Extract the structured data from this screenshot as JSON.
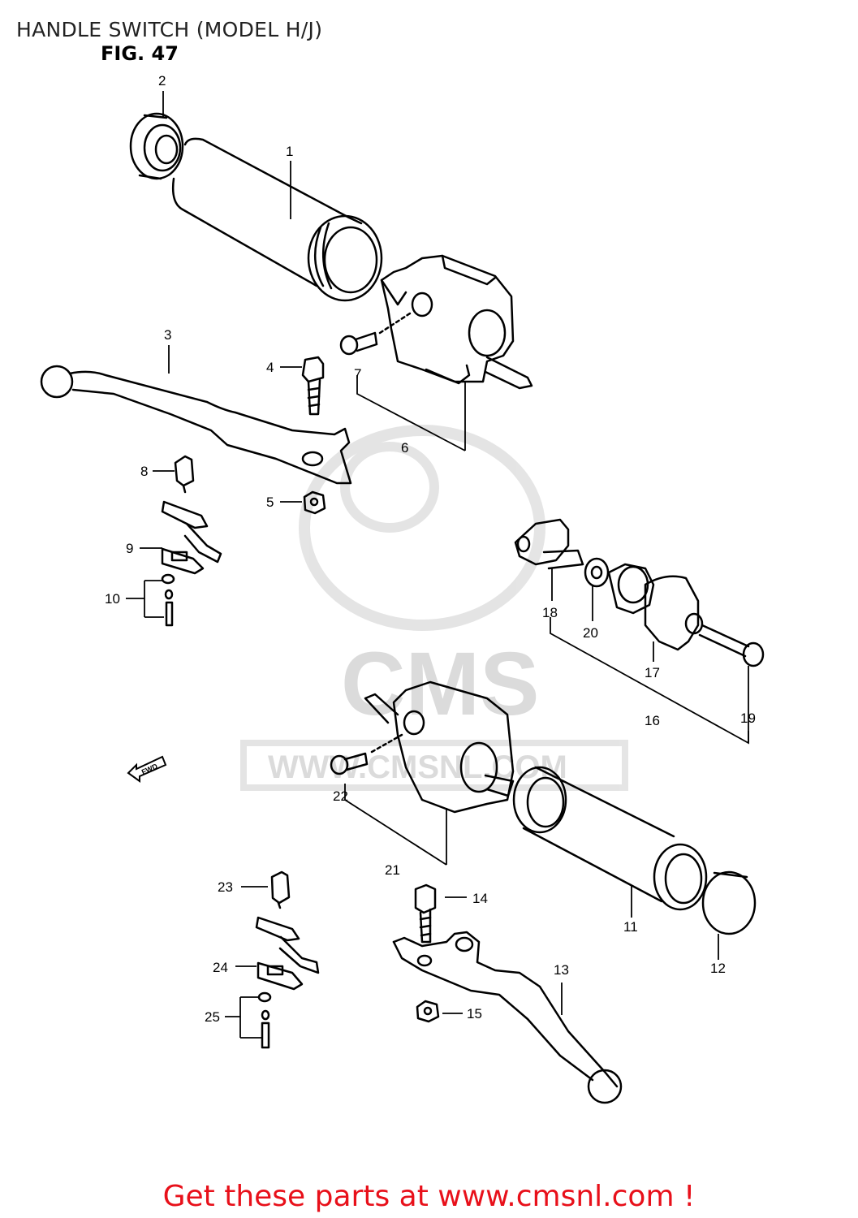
{
  "title": "HANDLE SWITCH (MODEL H/J)",
  "figure_label": "FIG. 47",
  "watermark": {
    "brand": "CMS",
    "url": "WWW.CMSNL.COM"
  },
  "direction_badge": "FWD",
  "parts": [
    {
      "ref": "1"
    },
    {
      "ref": "2"
    },
    {
      "ref": "3"
    },
    {
      "ref": "4"
    },
    {
      "ref": "5"
    },
    {
      "ref": "6"
    },
    {
      "ref": "7"
    },
    {
      "ref": "8"
    },
    {
      "ref": "9"
    },
    {
      "ref": "10"
    },
    {
      "ref": "11"
    },
    {
      "ref": "12"
    },
    {
      "ref": "13"
    },
    {
      "ref": "14"
    },
    {
      "ref": "15"
    },
    {
      "ref": "16"
    },
    {
      "ref": "17"
    },
    {
      "ref": "18"
    },
    {
      "ref": "19"
    },
    {
      "ref": "20"
    },
    {
      "ref": "21"
    },
    {
      "ref": "22"
    },
    {
      "ref": "23"
    },
    {
      "ref": "24"
    },
    {
      "ref": "25"
    }
  ],
  "footer": {
    "link_text": "Get these parts at www.cmsnl.com !"
  },
  "colors": {
    "link": "#e8101a",
    "line": "#000000",
    "watermark": "#d8d8d8"
  }
}
